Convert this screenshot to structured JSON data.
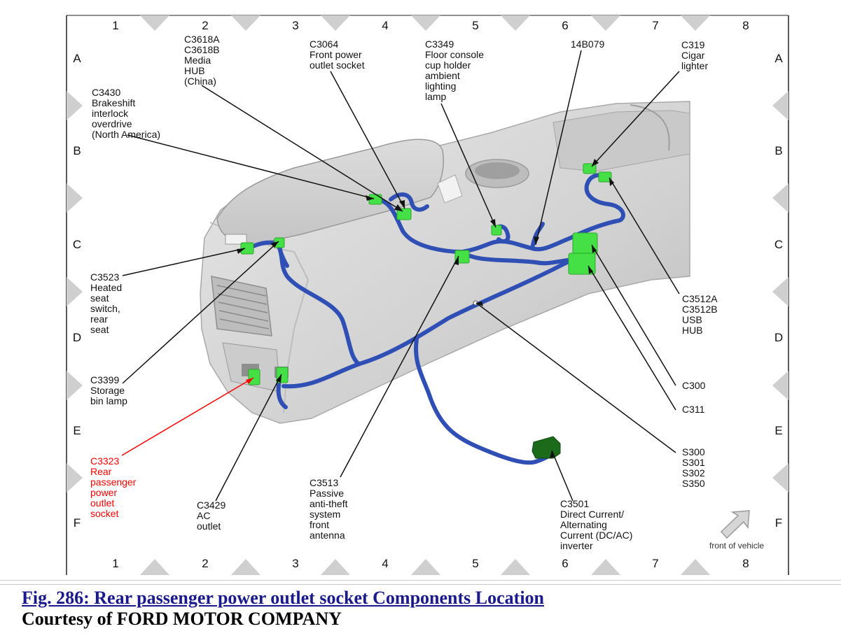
{
  "grid": {
    "columns": [
      "1",
      "2",
      "3",
      "4",
      "5",
      "6",
      "7",
      "8"
    ],
    "rows": [
      "A",
      "B",
      "C",
      "D",
      "E",
      "F"
    ]
  },
  "labels": {
    "c3618": "C3618A\nC3618B\nMedia\nHUB\n(China)",
    "c3064": "C3064\nFront power\noutlet socket",
    "c3349": "C3349\nFloor console\ncup holder\nambient\nlighting\nlamp",
    "l14b079": "14B079",
    "c319": "C319\nCigar\nlighter",
    "c3430": "C3430\nBrakeshift\ninterlock\noverdrive\n(North America)",
    "c3523": "C3523\nHeated\nseat\nswitch,\nrear\nseat",
    "c3399": "C3399\nStorage\nbin lamp",
    "c3323": "C3323\nRear\npassenger\npower\noutlet\nsocket",
    "c3429": "C3429\nAC\noutlet",
    "c3513": "C3513\nPassive\nanti-theft\nsystem\nfront\nantenna",
    "c3501": "C3501\nDirect Current/\nAlternating\nCurrent (DC/AC)\ninverter",
    "c3512": "C3512A\nC3512B\nUSB\nHUB",
    "c300": "C300",
    "c311": "C311",
    "splices": "S300\nS301\nS302\nS350"
  },
  "front_of_vehicle": "front of vehicle",
  "caption": {
    "figure": "Fig. 286: Rear passenger power outlet socket Components Location",
    "courtesy": "Courtesy of FORD MOTOR COMPANY"
  },
  "colors": {
    "harness": "#2f4fb5",
    "connector": "#45e045",
    "inverter": "#1b6b1b",
    "highlight_leader": "#ff0000",
    "frame_marker": "#cfcfcf"
  }
}
